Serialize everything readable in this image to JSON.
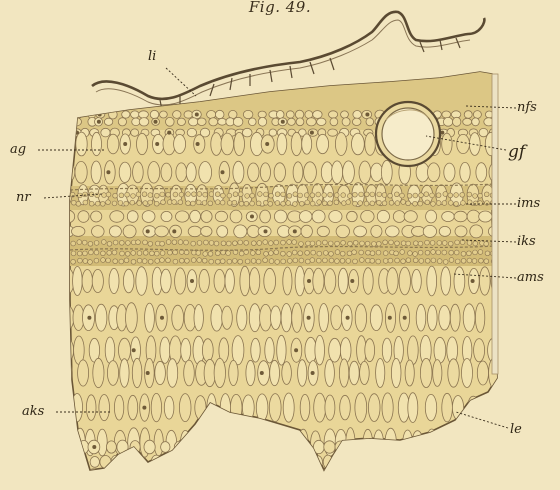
{
  "figure": {
    "title": "Fig. 49.",
    "labels": {
      "li": "li",
      "nfs": "nfs",
      "ag": "ag",
      "gf": "gf",
      "nr": "nr",
      "ims": "ims",
      "iks": "iks",
      "ams": "ams",
      "aks": "aks",
      "le": "le"
    }
  }
}
